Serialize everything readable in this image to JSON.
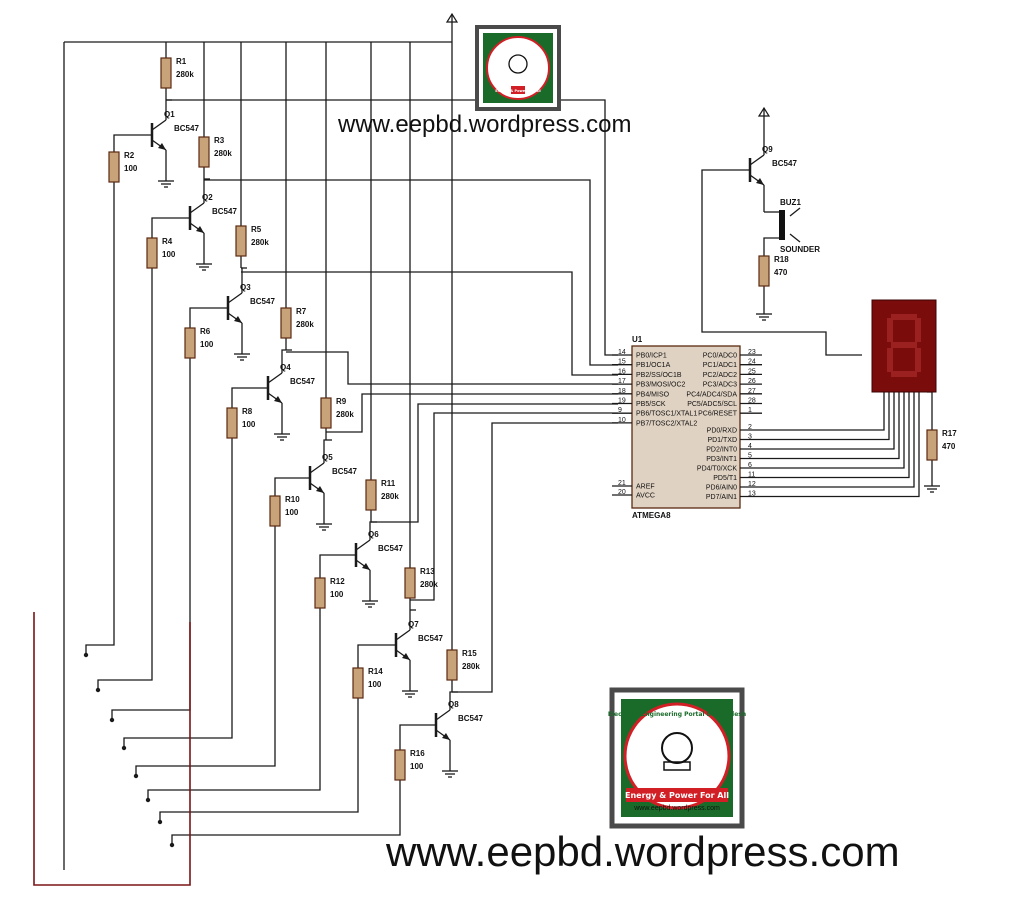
{
  "resistors": [
    {
      "ref": "R1",
      "val": "280k"
    },
    {
      "ref": "R2",
      "val": "100"
    },
    {
      "ref": "R3",
      "val": "280k"
    },
    {
      "ref": "R4",
      "val": "100"
    },
    {
      "ref": "R5",
      "val": "280k"
    },
    {
      "ref": "R6",
      "val": "100"
    },
    {
      "ref": "R7",
      "val": "280k"
    },
    {
      "ref": "R8",
      "val": "100"
    },
    {
      "ref": "R9",
      "val": "280k"
    },
    {
      "ref": "R10",
      "val": "100"
    },
    {
      "ref": "R11",
      "val": "280k"
    },
    {
      "ref": "R12",
      "val": "100"
    },
    {
      "ref": "R13",
      "val": "280k"
    },
    {
      "ref": "R14",
      "val": "100"
    },
    {
      "ref": "R15",
      "val": "280k"
    },
    {
      "ref": "R16",
      "val": "100"
    },
    {
      "ref": "R17",
      "val": "470"
    },
    {
      "ref": "R18",
      "val": "470"
    }
  ],
  "transistors": [
    {
      "ref": "Q1",
      "model": "BC547"
    },
    {
      "ref": "Q2",
      "model": "BC547"
    },
    {
      "ref": "Q3",
      "model": "BC547"
    },
    {
      "ref": "Q4",
      "model": "BC547"
    },
    {
      "ref": "Q5",
      "model": "BC547"
    },
    {
      "ref": "Q6",
      "model": "BC547"
    },
    {
      "ref": "Q7",
      "model": "BC547"
    },
    {
      "ref": "Q8",
      "model": "BC547"
    },
    {
      "ref": "Q9",
      "model": "BC547"
    }
  ],
  "buzzer": {
    "ref": "BUZ1",
    "model": "SOUNDER"
  },
  "mcu": {
    "ref": "U1",
    "name": "ATMEGA8",
    "left_pins": [
      {
        "num": "14",
        "name": "PB0/ICP1"
      },
      {
        "num": "15",
        "name": "PB1/OC1A"
      },
      {
        "num": "16",
        "name": "PB2/SS/OC1B"
      },
      {
        "num": "17",
        "name": "PB3/MOSI/OC2"
      },
      {
        "num": "18",
        "name": "PB4/MISO"
      },
      {
        "num": "19",
        "name": "PB5/SCK"
      },
      {
        "num": "9",
        "name": "PB6/TOSC1/XTAL1"
      },
      {
        "num": "10",
        "name": "PB7/TOSC2/XTAL2"
      }
    ],
    "left_pins_bottom": [
      {
        "num": "21",
        "name": "AREF"
      },
      {
        "num": "20",
        "name": "AVCC"
      }
    ],
    "right_pins_top": [
      {
        "num": "23",
        "name": "PC0/ADC0"
      },
      {
        "num": "24",
        "name": "PC1/ADC1"
      },
      {
        "num": "25",
        "name": "PC2/ADC2"
      },
      {
        "num": "26",
        "name": "PC3/ADC3"
      },
      {
        "num": "27",
        "name": "PC4/ADC4/SDA"
      },
      {
        "num": "28",
        "name": "PC5/ADC5/SCL"
      },
      {
        "num": "1",
        "name": "PC6/RESET"
      }
    ],
    "right_pins_bottom": [
      {
        "num": "2",
        "name": "PD0/RXD"
      },
      {
        "num": "3",
        "name": "PD1/TXD"
      },
      {
        "num": "4",
        "name": "PD2/INT0"
      },
      {
        "num": "5",
        "name": "PD3/INT1"
      },
      {
        "num": "6",
        "name": "PD4/T0/XCK"
      },
      {
        "num": "11",
        "name": "PD5/T1"
      },
      {
        "num": "12",
        "name": "PD6/AIN0"
      },
      {
        "num": "13",
        "name": "PD7/AIN1"
      }
    ]
  },
  "watermark": {
    "url": "www.eepbd.wordpress.com",
    "logo_title": "Electrical Engineering Portal Bangladesh",
    "logo_tag": "Energy & Power For All",
    "logo_url": "www.eepbd.wordpress.com"
  },
  "colors": {
    "wire": "#1a1a1a",
    "probe": "#7a1515",
    "resistor": "#c8a37a",
    "chip": "#e0d2c2",
    "display": "#7a0c0c",
    "logo_green": "#1a6b2a",
    "logo_red": "#d21f26"
  }
}
